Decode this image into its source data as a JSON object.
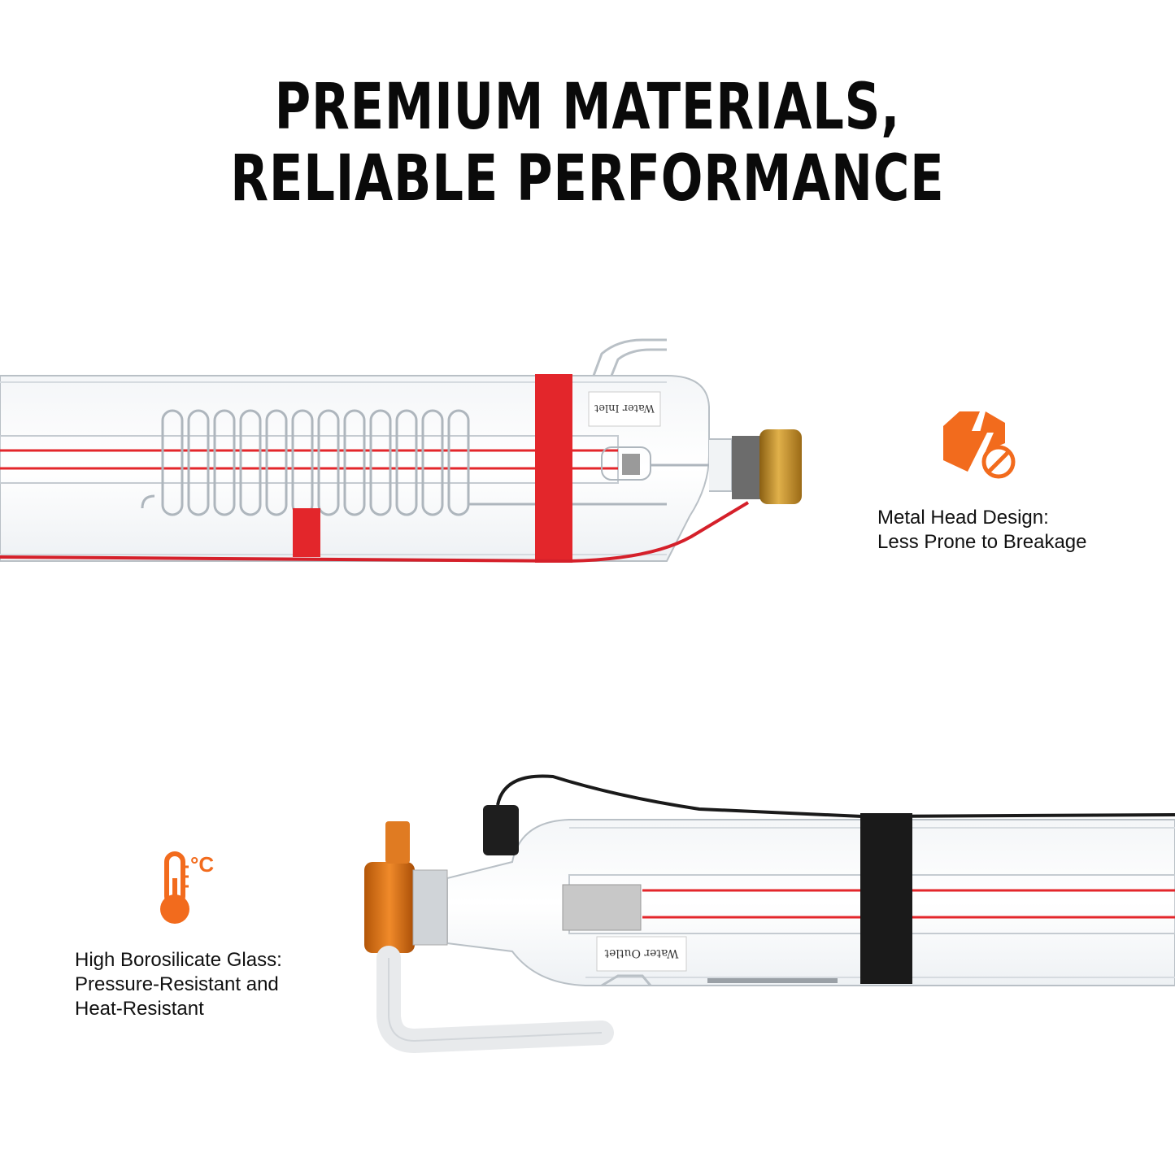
{
  "headline": {
    "line1": "PREMIUM MATERIALS,",
    "line2": "RELIABLE PERFORMANCE"
  },
  "colors": {
    "accent": "#f26b1d",
    "laser_red": "#e3262b",
    "metal_gold": "#c9962a",
    "copper": "#d9731a",
    "text": "#111111"
  },
  "top_tube": {
    "label_sticker": "Water Inlet",
    "icon": "broken-metal-prohibited-icon"
  },
  "bottom_tube": {
    "label_sticker": "Water Outlet",
    "icon": "thermometer-celsius-icon"
  },
  "features": [
    {
      "line1": "Metal Head Design:",
      "line2": "Less Prone to Breakage"
    },
    {
      "line1": "High Borosilicate Glass:",
      "line2": "Pressure-Resistant and",
      "line3": "Heat-Resistant"
    }
  ],
  "celsius_label": "°C"
}
